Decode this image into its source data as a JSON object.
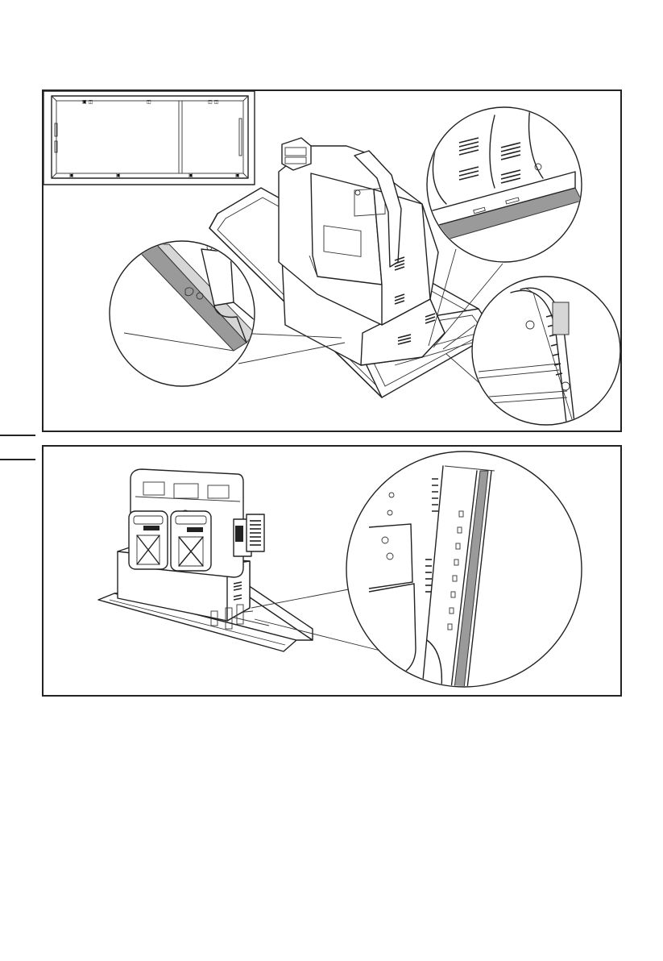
{
  "document": {
    "type": "installation-illustration",
    "figures": [
      {
        "id": "top",
        "content": "unit placed on rear side of frame, inset frame overview and magnified details"
      },
      {
        "id": "bottom",
        "content": "unit standing on frame with magnified detail of frame edge"
      }
    ]
  },
  "colors": {
    "line": "#222222",
    "highlight_strip": "#9a9a9a",
    "background": "#ffffff"
  }
}
